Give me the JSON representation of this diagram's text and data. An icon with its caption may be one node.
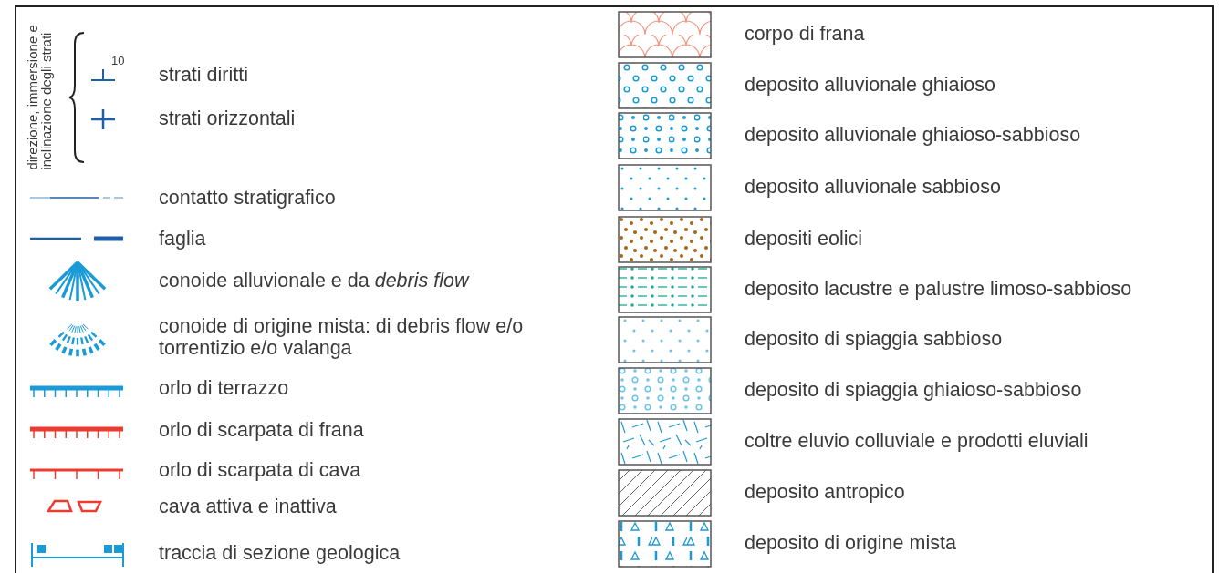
{
  "diagram": {
    "labels": [
      "direzione, immersione e inclinazione degli strati",
      "10"
    ],
    "legend": [
      {
        "text": "strati diritti"
      },
      {
        "text": "strati orizzontali"
      },
      {
        "text": "contatto stratigrafico"
      },
      {
        "text": "faglia"
      },
      {
        "text": "conoide alluvionale e da *debris flow*"
      },
      {
        "text": "conoide di origine mista: di debris flow e/o torrentizio e/o valanga"
      },
      {
        "text": "orlo di terrazzo"
      },
      {
        "text": "orlo di scarpata di frana"
      },
      {
        "text": "orlo di scarpata di cava"
      },
      {
        "text": "cava attiva e inattiva"
      },
      {
        "text": "traccia di sezione geologica"
      },
      {
        "text": "corpo di frana"
      },
      {
        "text": "deposito alluvionale ghiaioso"
      },
      {
        "text": "deposito alluvionale ghiaioso-sabbioso"
      },
      {
        "text": "deposito alluvionale sabbioso"
      },
      {
        "text": "depositi eolici"
      },
      {
        "text": "deposito lacustre e palustre limoso-sabbioso"
      },
      {
        "text": "deposito di spiaggia sabbioso"
      },
      {
        "text": "deposito di spiaggia ghiaioso-sabbioso"
      },
      {
        "text": "coltre eluvio colluviale e prodotti eluviali"
      },
      {
        "text": "deposito antropico"
      },
      {
        "text": "deposito di origine mista"
      }
    ]
  }
}
